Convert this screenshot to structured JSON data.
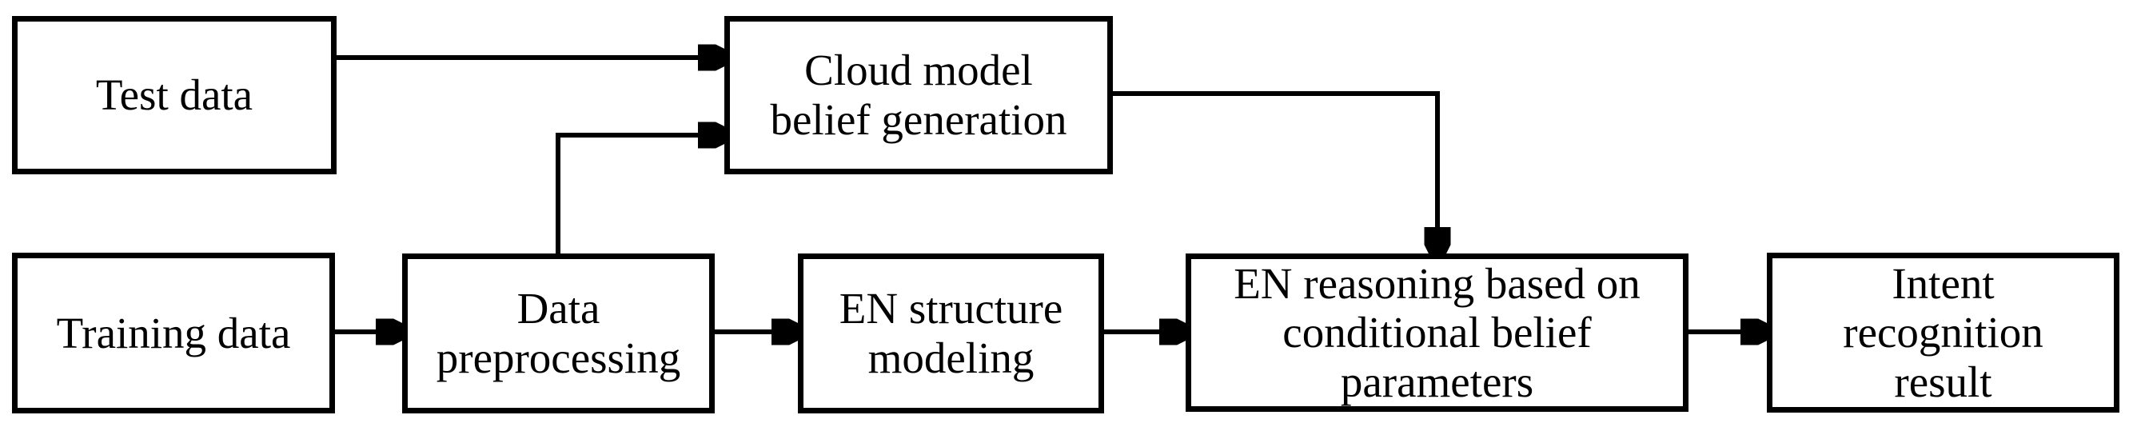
{
  "figure": {
    "type": "flowchart",
    "background_color": "#ffffff",
    "line_color": "#000000",
    "box_fill_color": "#ffffff",
    "text_color": "#000000"
  },
  "boxes": [
    {
      "id": "test-data",
      "label": "Test data"
    },
    {
      "id": "cloud-model-belief-generation",
      "label": "Cloud model\nbelief generation"
    },
    {
      "id": "training-data",
      "label": "Training data"
    },
    {
      "id": "data-preprocessing",
      "label": "Data\npreprocessing"
    },
    {
      "id": "en-structure-modeling",
      "label": "EN structure\nmodeling"
    },
    {
      "id": "en-reasoning",
      "label": "EN reasoning based on\nconditional belief\nparameters"
    },
    {
      "id": "intent-recognition-result",
      "label": "Intent\nrecognition\nresult"
    }
  ],
  "arrows": [
    {
      "from": "test-data",
      "to": "cloud-model-belief-generation",
      "route": "straight-right"
    },
    {
      "from": "data-preprocessing",
      "to": "cloud-model-belief-generation",
      "route": "up-then-right"
    },
    {
      "from": "cloud-model-belief-generation",
      "to": "en-reasoning",
      "route": "right-then-down"
    },
    {
      "from": "training-data",
      "to": "data-preprocessing",
      "route": "straight-right"
    },
    {
      "from": "data-preprocessing",
      "to": "en-structure-modeling",
      "route": "straight-right"
    },
    {
      "from": "en-structure-modeling",
      "to": "en-reasoning",
      "route": "straight-right"
    },
    {
      "from": "en-reasoning",
      "to": "intent-recognition-result",
      "route": "straight-right"
    }
  ]
}
